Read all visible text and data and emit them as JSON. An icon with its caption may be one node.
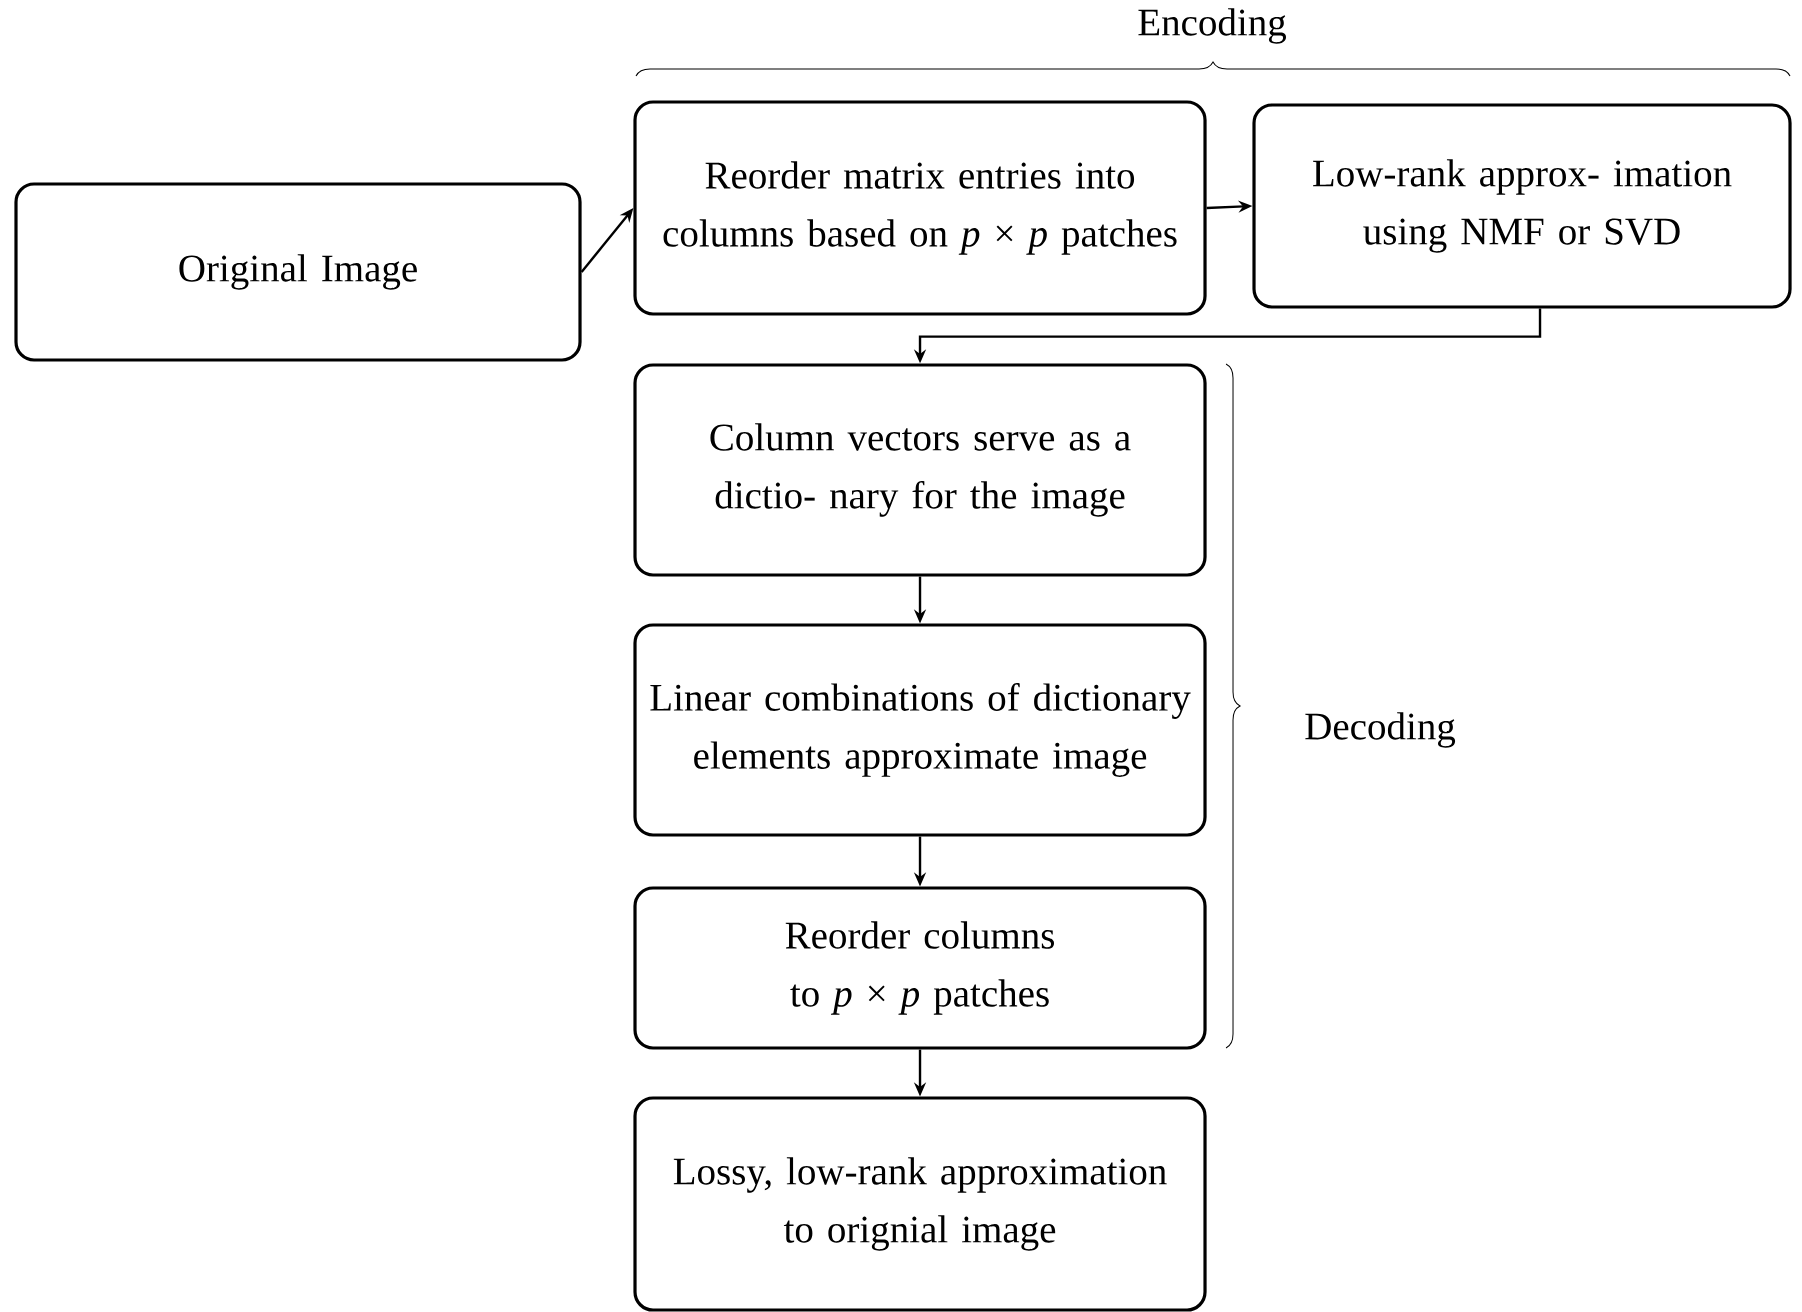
{
  "diagram": {
    "nodes": [
      {
        "text": [
          "Original Image"
        ]
      },
      {
        "text": [
          "Reorder matrix entries into columns based on *p* × *p* patches"
        ]
      },
      {
        "text": [
          "Low-rank approx- imation using NMF or SVD"
        ]
      },
      {
        "text": [
          "Column vectors serve as a dictio- nary for the image"
        ]
      },
      {
        "text": [
          "Linear combinations of dictionary elements approximate image"
        ]
      },
      {
        "text": [
          "Reorder columns to *p* × *p* patches"
        ]
      },
      {
        "text": [
          "Lossy, low-rank approximation to orignial image"
        ]
      }
    ],
    "edges": [
      {
        "from": 0,
        "to": 1,
        "arrow": "to"
      },
      {
        "from": 1,
        "to": 2,
        "arrow": "to"
      },
      {
        "from": 2,
        "to": 3,
        "arrow": "to"
      },
      {
        "from": 3,
        "to": 4,
        "arrow": "to"
      },
      {
        "from": 4,
        "to": 5,
        "arrow": "to"
      },
      {
        "from": 5,
        "to": 6,
        "arrow": "to"
      }
    ],
    "labels": [
      "Encoding",
      "Decoding"
    ]
  }
}
